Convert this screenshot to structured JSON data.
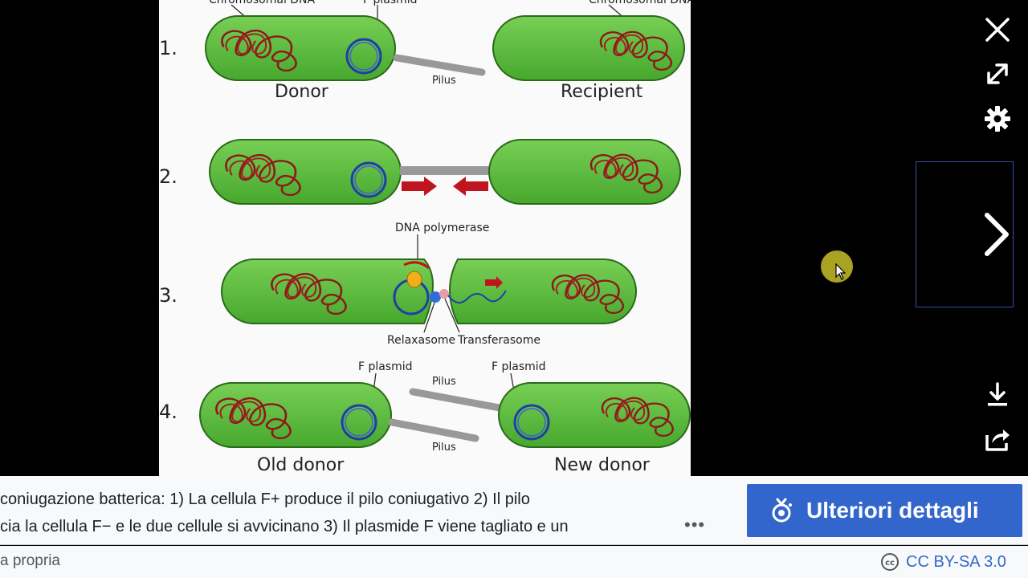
{
  "diagram": {
    "steps": [
      "1.",
      "2.",
      "3.",
      "4."
    ],
    "labels": {
      "chromosomal_dna_left": "Chromosomal DNA",
      "f_plasmid_top": "F plasmid",
      "chromosomal_dna_right": "Chromosomal DNA",
      "donor": "Donor",
      "recipient": "Recipient",
      "pilus_1": "Pilus",
      "dna_polymerase": "DNA polymerase",
      "relaxasome": "Relaxasome",
      "transferasome": "Transferasome",
      "f_plasmid_left": "F plasmid",
      "f_plasmid_right": "F plasmid",
      "pilus_4a": "Pilus",
      "pilus_4b": "Pilus",
      "old_donor": "Old donor",
      "new_donor": "New donor"
    }
  },
  "toolbar": {
    "close": "close-icon",
    "expand": "expand-icon",
    "settings": "gear-icon",
    "next": "chevron-right-icon",
    "download": "download-icon",
    "share": "share-icon"
  },
  "caption": {
    "line1": "coniugazione batterica: 1) La cellula F+ produce il pilo coniugativo 2) Il pilo",
    "line2": "cia la cellula F− e le due cellule si avvicinano 3) Il plasmide F viene tagliato e un",
    "more": "•••"
  },
  "details_button": {
    "label": "Ulteriori dettagli"
  },
  "footer": {
    "left_text": "a propria",
    "license": "CC BY-SA 3.0"
  },
  "colors": {
    "accent": "#3366cc",
    "cell_fill": "#5dbd3c",
    "cell_stroke": "#2b6a1a",
    "dna": "#8b1a1a",
    "plasmid": "#1f3fa6"
  }
}
